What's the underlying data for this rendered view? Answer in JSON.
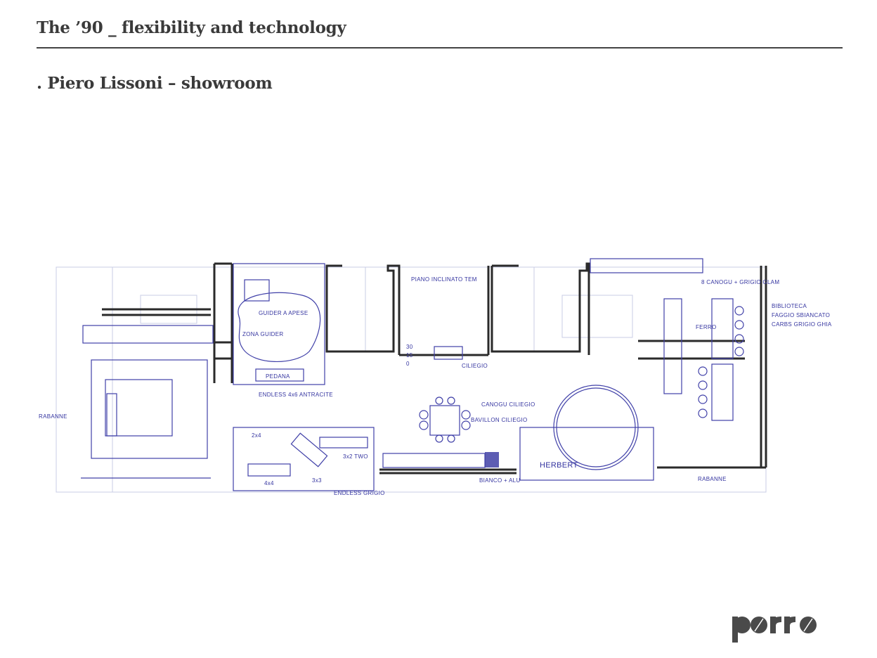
{
  "header": {
    "title": "The ’90 _ flexibility and technology",
    "subtitle": ". Piero Lissoni – showroom"
  },
  "sketch": {
    "labels": {
      "guider_apese": "GUIDER A APESE",
      "zona_guider": "ZONA GUIDER",
      "pedana": "PEDANA",
      "endless_antracite": "ENDLESS 4x6 ANTRACITE",
      "piano_inclinato": "PIANO INCLINATO TEM",
      "level_30": "30",
      "level_15": "15",
      "level_0": "0",
      "ciliegio": "CILIEGIO",
      "canogu_ciliegio": "CANOGU CILIEGIO",
      "bavillon_ciliegio": "BAVILLON CILIEGIO",
      "bianco_alu": "BIANCO + ALU",
      "herbert": "HERBERT",
      "rabanne_left": "RABANNE",
      "rabanne_right": "RABANNE",
      "canogu_grigio": "8 CANOGU + GRIGIO GLAM",
      "biblioteca": "BIBLIOTECA",
      "faggio": "FAGGIO SBIANCATO",
      "carbs": "CARBS GRIGIO GHIA",
      "ferro": "FERRO",
      "size_2x4": "2x4",
      "size_4x4": "4x4",
      "size_3x3": "3x3",
      "size_3x2": "3x2 TWO",
      "endless_grigio": "ENDLESS GRIGIO"
    }
  },
  "brand": {
    "logo_text": "porro",
    "logo_color": "#4a4a4a",
    "ink_color": "#4040a8"
  }
}
